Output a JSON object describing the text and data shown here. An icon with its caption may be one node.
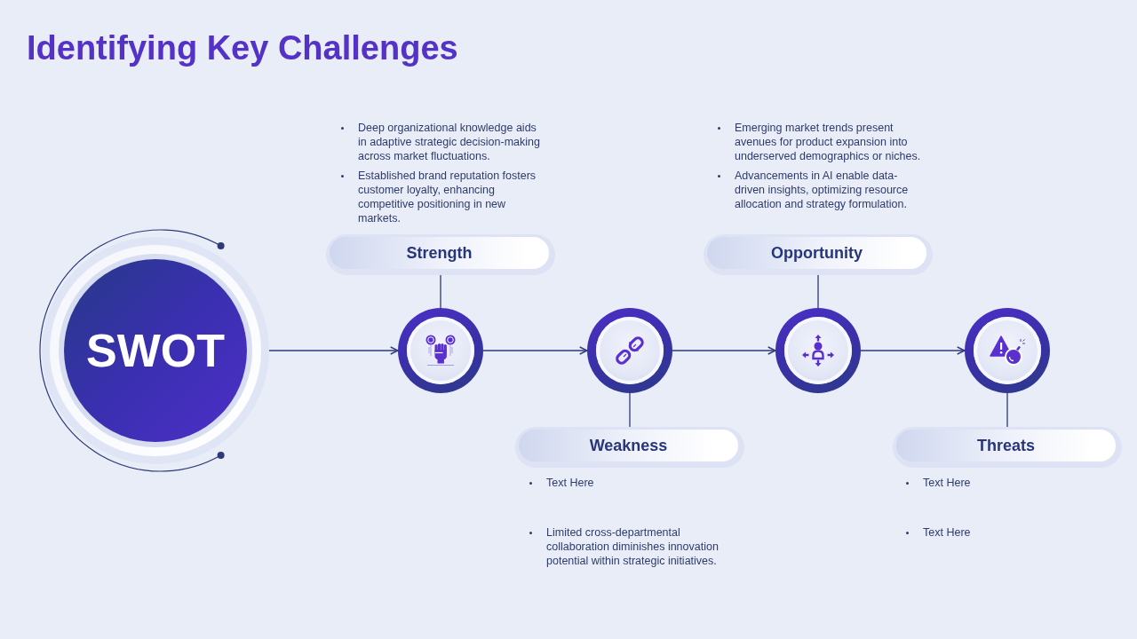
{
  "diagram": {
    "title": "Identifying Key Challenges",
    "nodes": [
      {
        "text": [
          "SWOT"
        ]
      },
      {
        "text": [],
        "shape": "circle"
      },
      {
        "text": [
          "Strength"
        ],
        "beside": [
          "Deep organizational knowledge aids in adaptive strategic decision-making across market fluctuations.",
          "Established brand reputation fosters customer loyalty, enhancing competitive positioning in new markets."
        ]
      },
      {
        "text": [],
        "shape": "circle"
      },
      {
        "text": [
          "Weakness"
        ],
        "beside": [
          "Text Here",
          "Limited cross-departmental collaboration diminishes innovation potential within strategic initiatives."
        ]
      },
      {
        "text": [],
        "shape": "circle"
      },
      {
        "text": [
          "Opportunity"
        ],
        "beside": [
          "Emerging market trends present avenues for product expansion into underserved demographics or niches.",
          "Advancements in AI enable data-driven insights, optimizing resource allocation and strategy formulation."
        ]
      },
      {
        "text": [],
        "shape": "circle"
      },
      {
        "text": [
          "Threats"
        ],
        "beside": [
          "Text Here",
          "Text Here"
        ]
      }
    ],
    "edges": [
      {
        "from": 0,
        "to": 1,
        "arrow": "to"
      },
      {
        "from": 1,
        "to": 3,
        "arrow": "to"
      },
      {
        "from": 3,
        "to": 5,
        "arrow": "to"
      },
      {
        "from": 5,
        "to": 7,
        "arrow": "to"
      },
      {
        "from": 2,
        "to": 1,
        "arrow": "none"
      },
      {
        "from": 3,
        "to": 4,
        "arrow": "none"
      },
      {
        "from": 6,
        "to": 5,
        "arrow": "none"
      },
      {
        "from": 7,
        "to": 8,
        "arrow": "none"
      }
    ]
  }
}
